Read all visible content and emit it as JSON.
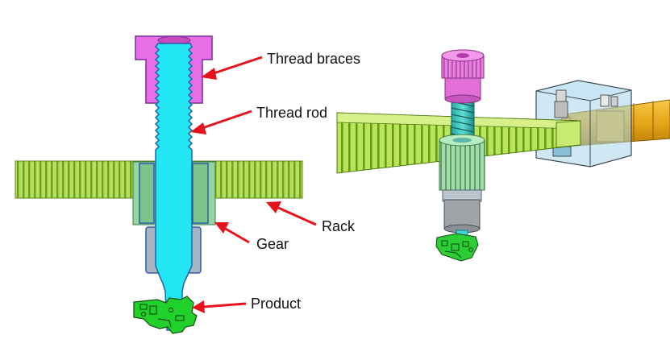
{
  "labels": {
    "thread_braces": "Thread braces",
    "thread_rod": "Thread rod",
    "rack": "Rack",
    "gear": "Gear",
    "product": "Product"
  },
  "colors": {
    "thread_braces": "#e86ee8",
    "thread_rod": "#22e6f4",
    "rack": "#b6df5c",
    "gear": "#8fd49a",
    "gear_sleeve": "#a9b6c2",
    "product": "#1fd12a",
    "arrow": "#e5141c",
    "housing": "#a8d6ea",
    "shaft": "#f0b81e"
  }
}
